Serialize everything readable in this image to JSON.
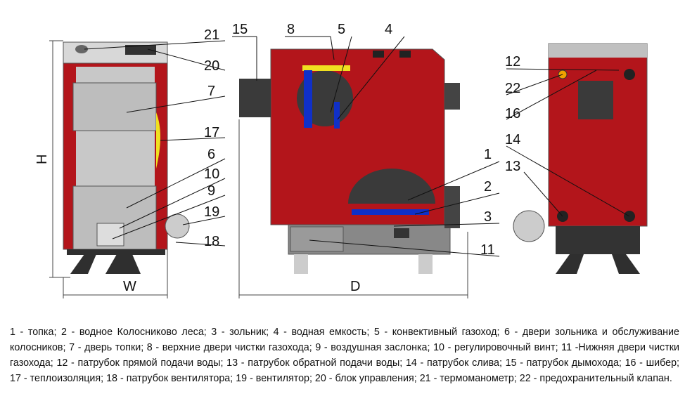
{
  "dimensions": {
    "height": "H",
    "width": "W",
    "depth": "D"
  },
  "callouts": [
    "21",
    "20",
    "7",
    "17",
    "6",
    "10",
    "9",
    "19",
    "18",
    "15",
    "8",
    "5",
    "4",
    "1",
    "2",
    "3",
    "11",
    "12",
    "22",
    "16",
    "14",
    "13"
  ],
  "caption": "1 - топка; 2 - водное Колосниково леса; 3 - зольник; 4 - водная емкость; 5 - конвективный газоход; 6 - двери зольника и обслуживание колосников; 7 - дверь топки; 8 - верхние двери чистки газохода; 9 - воздушная заслонка; 10 - регулировочный винт; 11 -Нижняя двери чистки газохода; 12 - патрубок прямой подачи воды; 13 - патрубок обратной подачи воды; 14 - патрубок слива; 15 - патрубок дымохода; 16 - шибер; 17 - теплоизоляция; 18 - патрубок вентилятора; 19 - вентилятор; 20 - блок управления; 21 - термоманометр; 22 - предохранительный клапан.",
  "colors": {
    "body": "#b3151b",
    "steel": "#c9c9c9",
    "dark": "#3a3a3a",
    "water": "#1030c8",
    "insulation": "#f0e020"
  }
}
